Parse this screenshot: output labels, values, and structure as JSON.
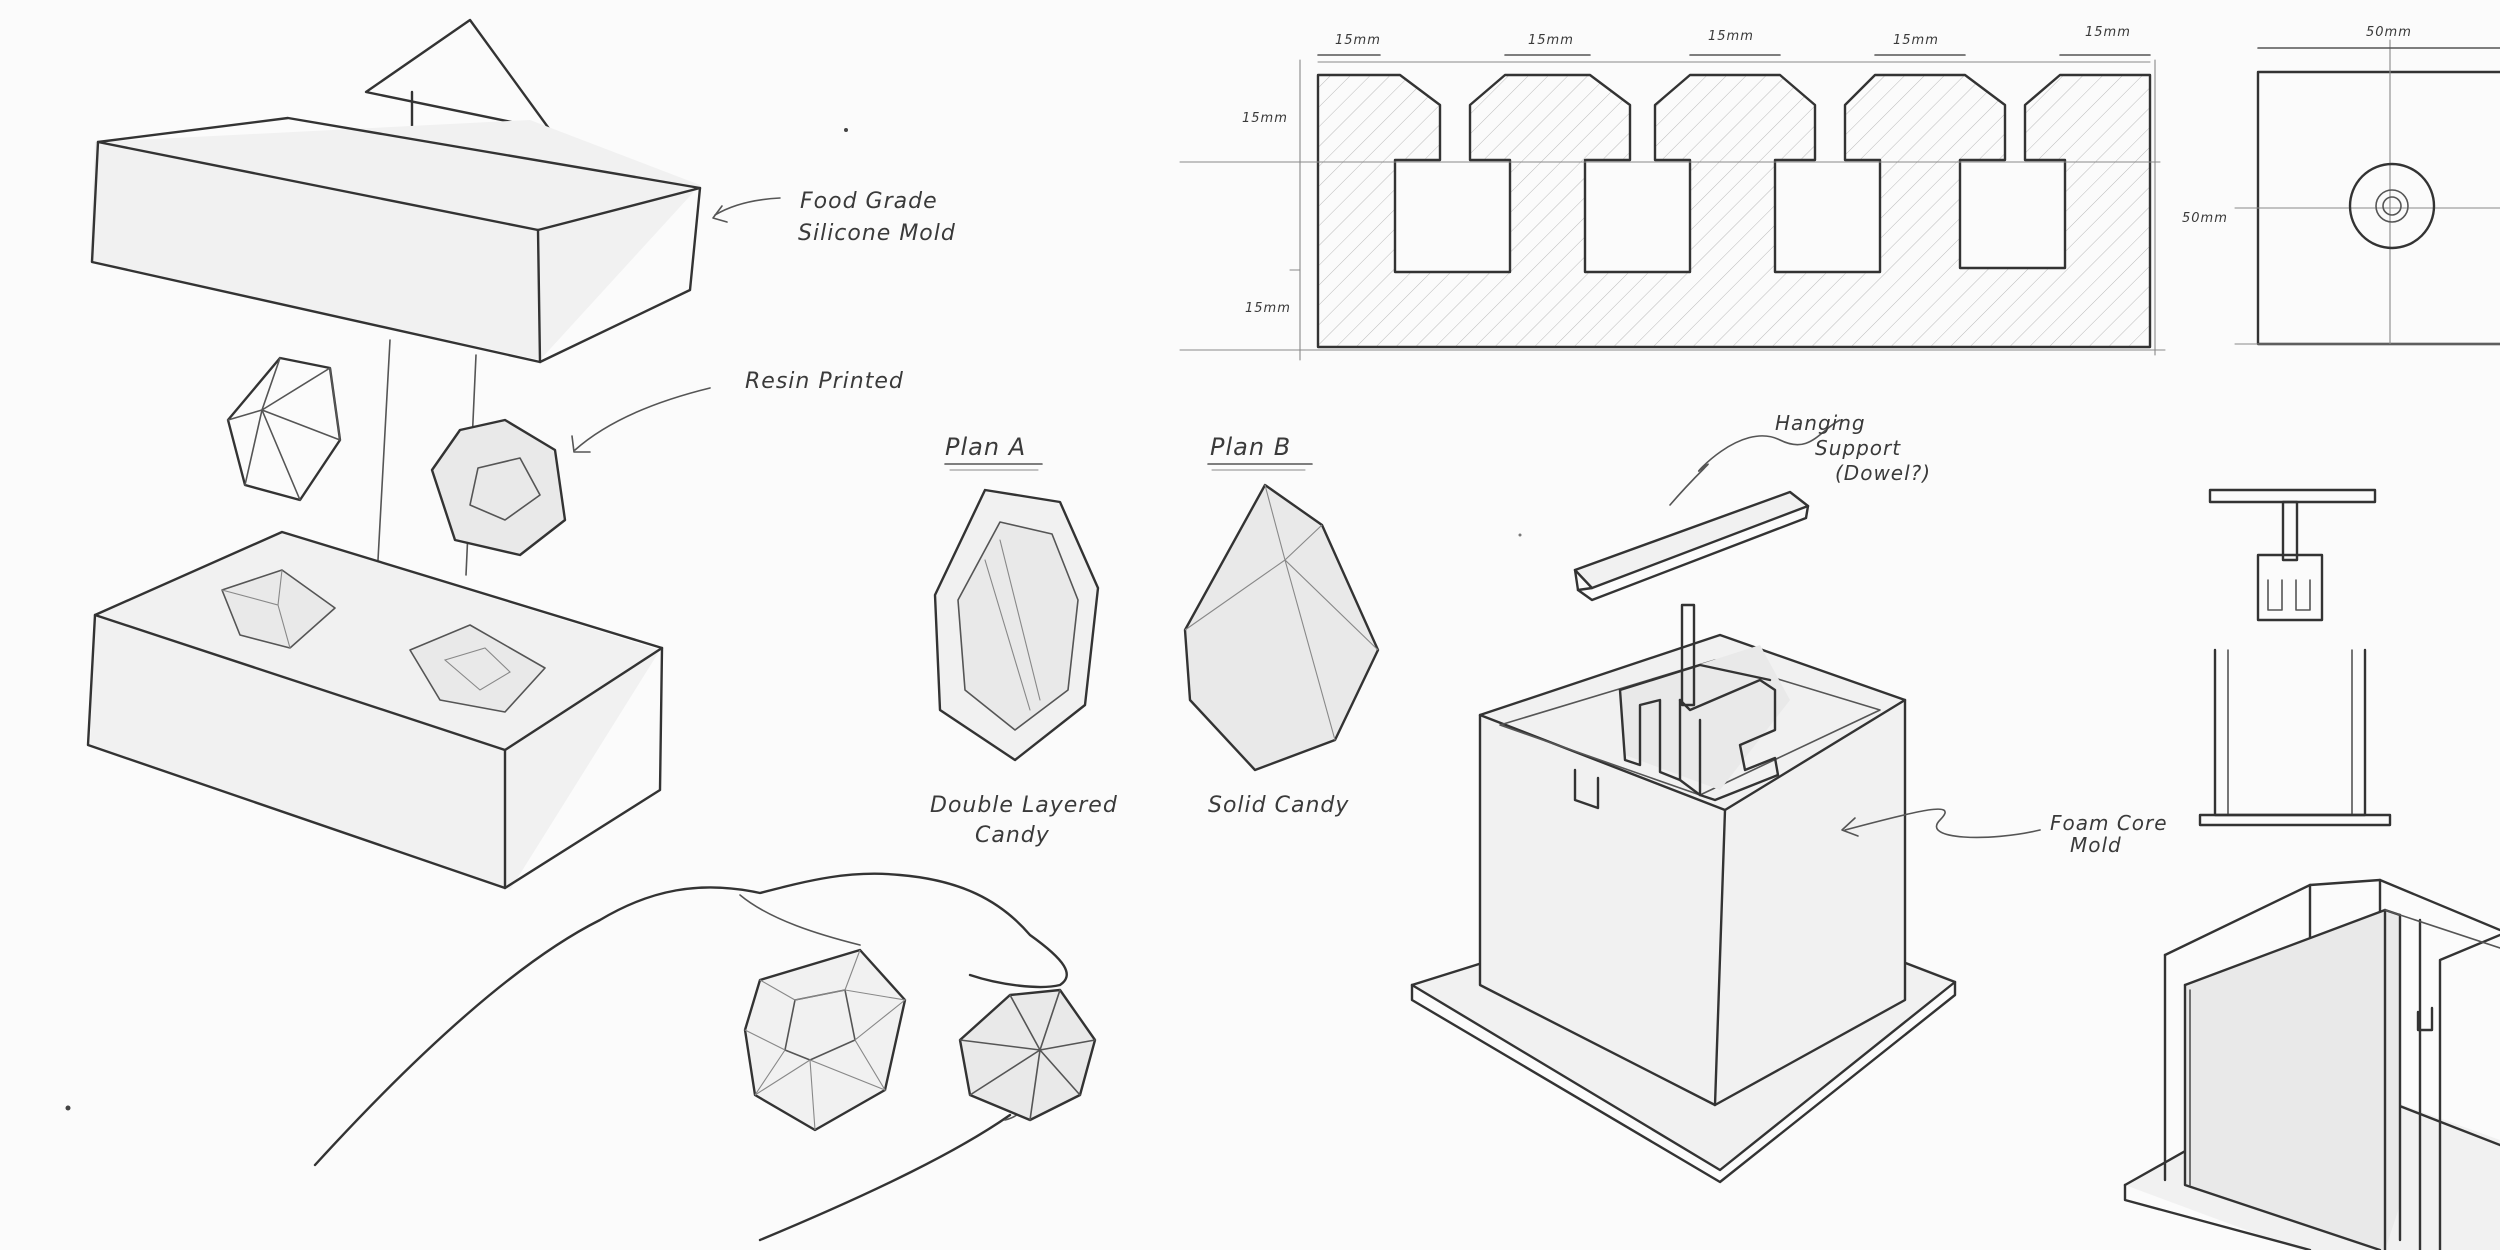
{
  "labels": {
    "food_grade": "Food Grade",
    "silicone_mold": "Silicone Mold",
    "resin_printed": "Resin Printed",
    "plan_a": "Plan A",
    "plan_b": "Plan B",
    "double_layered": "Double Layered",
    "candy": "Candy",
    "solid_candy": "Solid Candy",
    "hanging": "Hanging",
    "support": "Support",
    "dowel": "(Dowel?)",
    "foam_core": "Foam Core",
    "mold": "Mold"
  },
  "dimensions": {
    "d1": "15mm",
    "d2": "15mm",
    "d3": "15mm",
    "d4": "15mm",
    "d5": "15mm",
    "left_top": "15mm",
    "left_bottom": "15mm",
    "right_height": "50mm",
    "side_width": "50mm"
  },
  "colors": {
    "paper": "#fbfbfb",
    "pencil": "#333333",
    "shade": "#e9e9e9"
  }
}
